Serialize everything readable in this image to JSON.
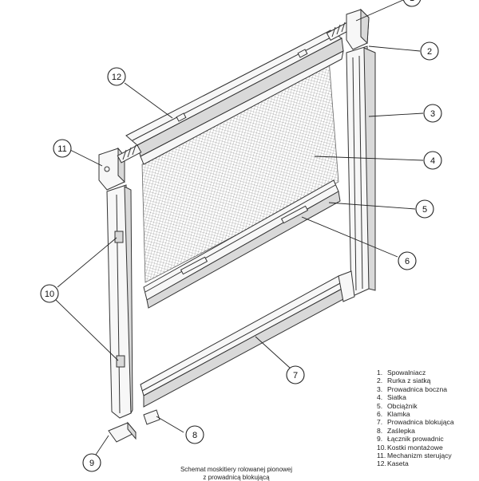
{
  "callouts": [
    {
      "number": "1",
      "part": "Spowalniacz"
    },
    {
      "number": "2",
      "part": "Rurka z siatką"
    },
    {
      "number": "3",
      "part": "Prowadnica boczna"
    },
    {
      "number": "4",
      "part": "Siatka"
    },
    {
      "number": "5",
      "part": "Obciążnik"
    },
    {
      "number": "6",
      "part": "Klamka"
    },
    {
      "number": "7",
      "part": "Prowadnica blokująca"
    },
    {
      "number": "8",
      "part": "Zaślepka"
    },
    {
      "number": "9",
      "part": "Łącznik prowadnic"
    },
    {
      "number": "10",
      "part": "Kostki montażowe"
    },
    {
      "number": "11",
      "part": "Mechanizm sterujący"
    },
    {
      "number": "12",
      "part": "Kaseta"
    }
  ],
  "caption": {
    "line1": "Schemat moskitiery rolowanej pionowej",
    "line2": "z prowadnicą blokującą"
  },
  "colors": {
    "line": "#333333",
    "mesh": "#9a9a9a",
    "panel": "#f7f7f7"
  }
}
